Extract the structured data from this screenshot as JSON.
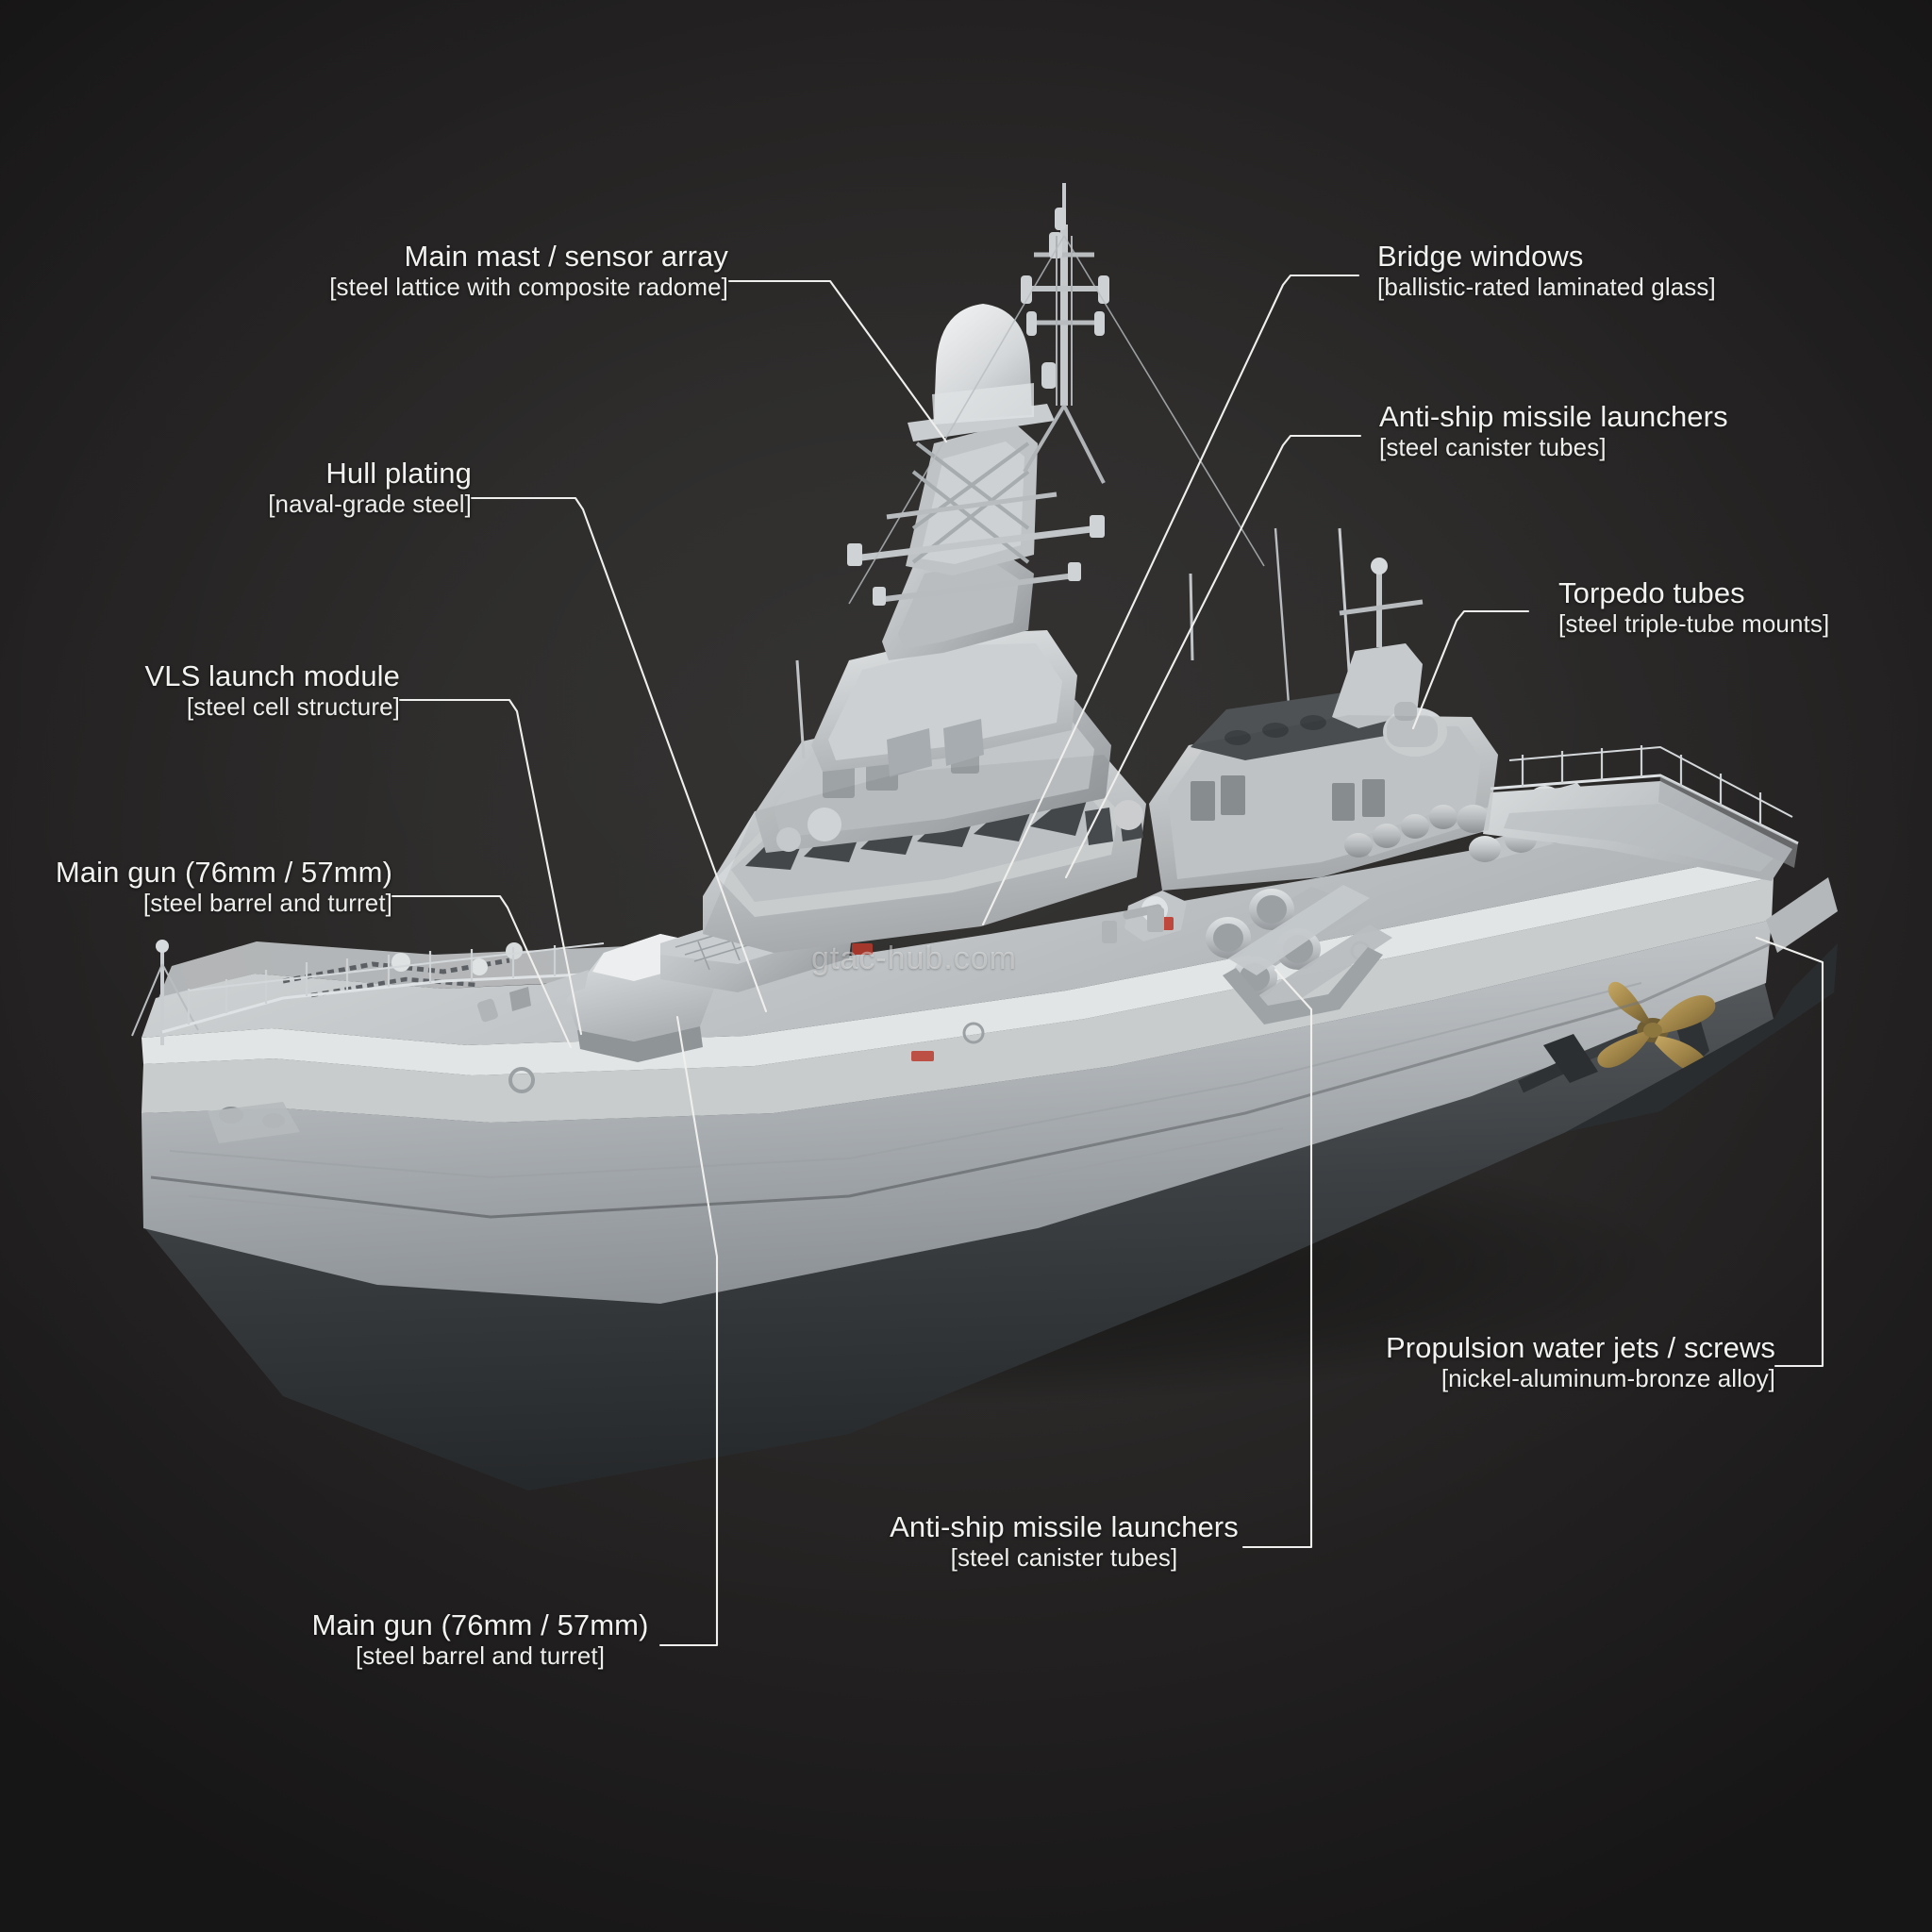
{
  "scene": {
    "subject": "naval frigate technical annotation diagram",
    "background_color": "#242322",
    "label_color": "#f2f2f0",
    "leader_color": "#efefed",
    "hull_light": "#d7d9da",
    "hull_mid": "#a9adb0",
    "hull_dark": "#3a3d40",
    "propeller_color": "#9c8146"
  },
  "watermark": {
    "text": "gtac-hub.com"
  },
  "annotations": [
    {
      "id": "main-mast",
      "title": "Main mast / sensor array",
      "material": "[steel lattice with composite radome]",
      "align": "right"
    },
    {
      "id": "hull-plating",
      "title": "Hull plating",
      "material": "[naval-grade steel]",
      "align": "right"
    },
    {
      "id": "vls-module",
      "title": "VLS launch module",
      "material": "[steel cell structure]",
      "align": "right"
    },
    {
      "id": "main-gun-left",
      "title": "Main gun (76mm / 57mm)",
      "material": "[steel barrel and turret]",
      "align": "right"
    },
    {
      "id": "bridge-windows",
      "title": "Bridge windows",
      "material": "[ballistic-rated laminated glass]",
      "align": "left"
    },
    {
      "id": "asm-launchers-upper",
      "title": "Anti-ship missile launchers",
      "material": "[steel canister tubes]",
      "align": "left"
    },
    {
      "id": "torpedo-tubes",
      "title": "Torpedo tubes",
      "material": "[steel triple-tube mounts]",
      "align": "left"
    },
    {
      "id": "propulsion",
      "title": "Propulsion water jets / screws",
      "material": "[nickel-aluminum-bronze alloy]",
      "align": "right"
    },
    {
      "id": "asm-launchers-lower",
      "title": "Anti-ship missile launchers",
      "material": "[steel canister tubes]",
      "align": "center"
    },
    {
      "id": "main-gun-bottom",
      "title": "Main gun (76mm / 57mm)",
      "material": "[steel barrel and turret]",
      "align": "center"
    }
  ]
}
